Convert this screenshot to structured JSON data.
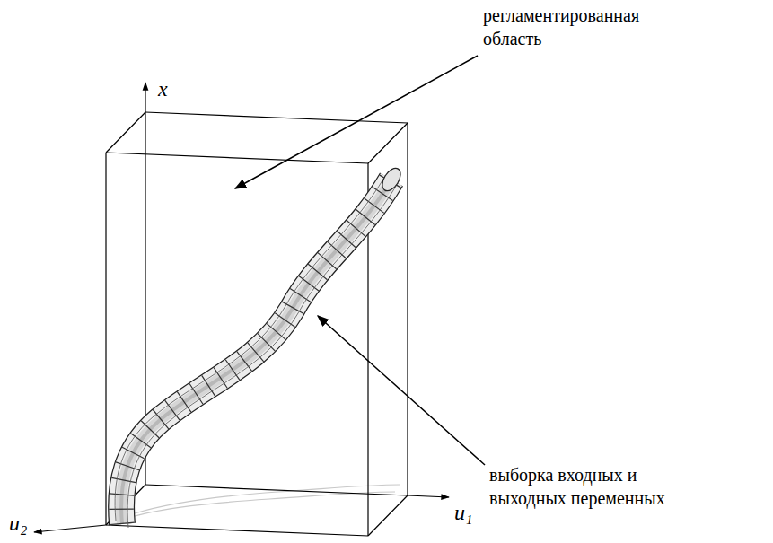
{
  "diagram": {
    "labels": [
      "регламентированная область",
      "выборка входных и выходных переменных",
      "x",
      "u₁",
      "u₂"
    ]
  }
}
